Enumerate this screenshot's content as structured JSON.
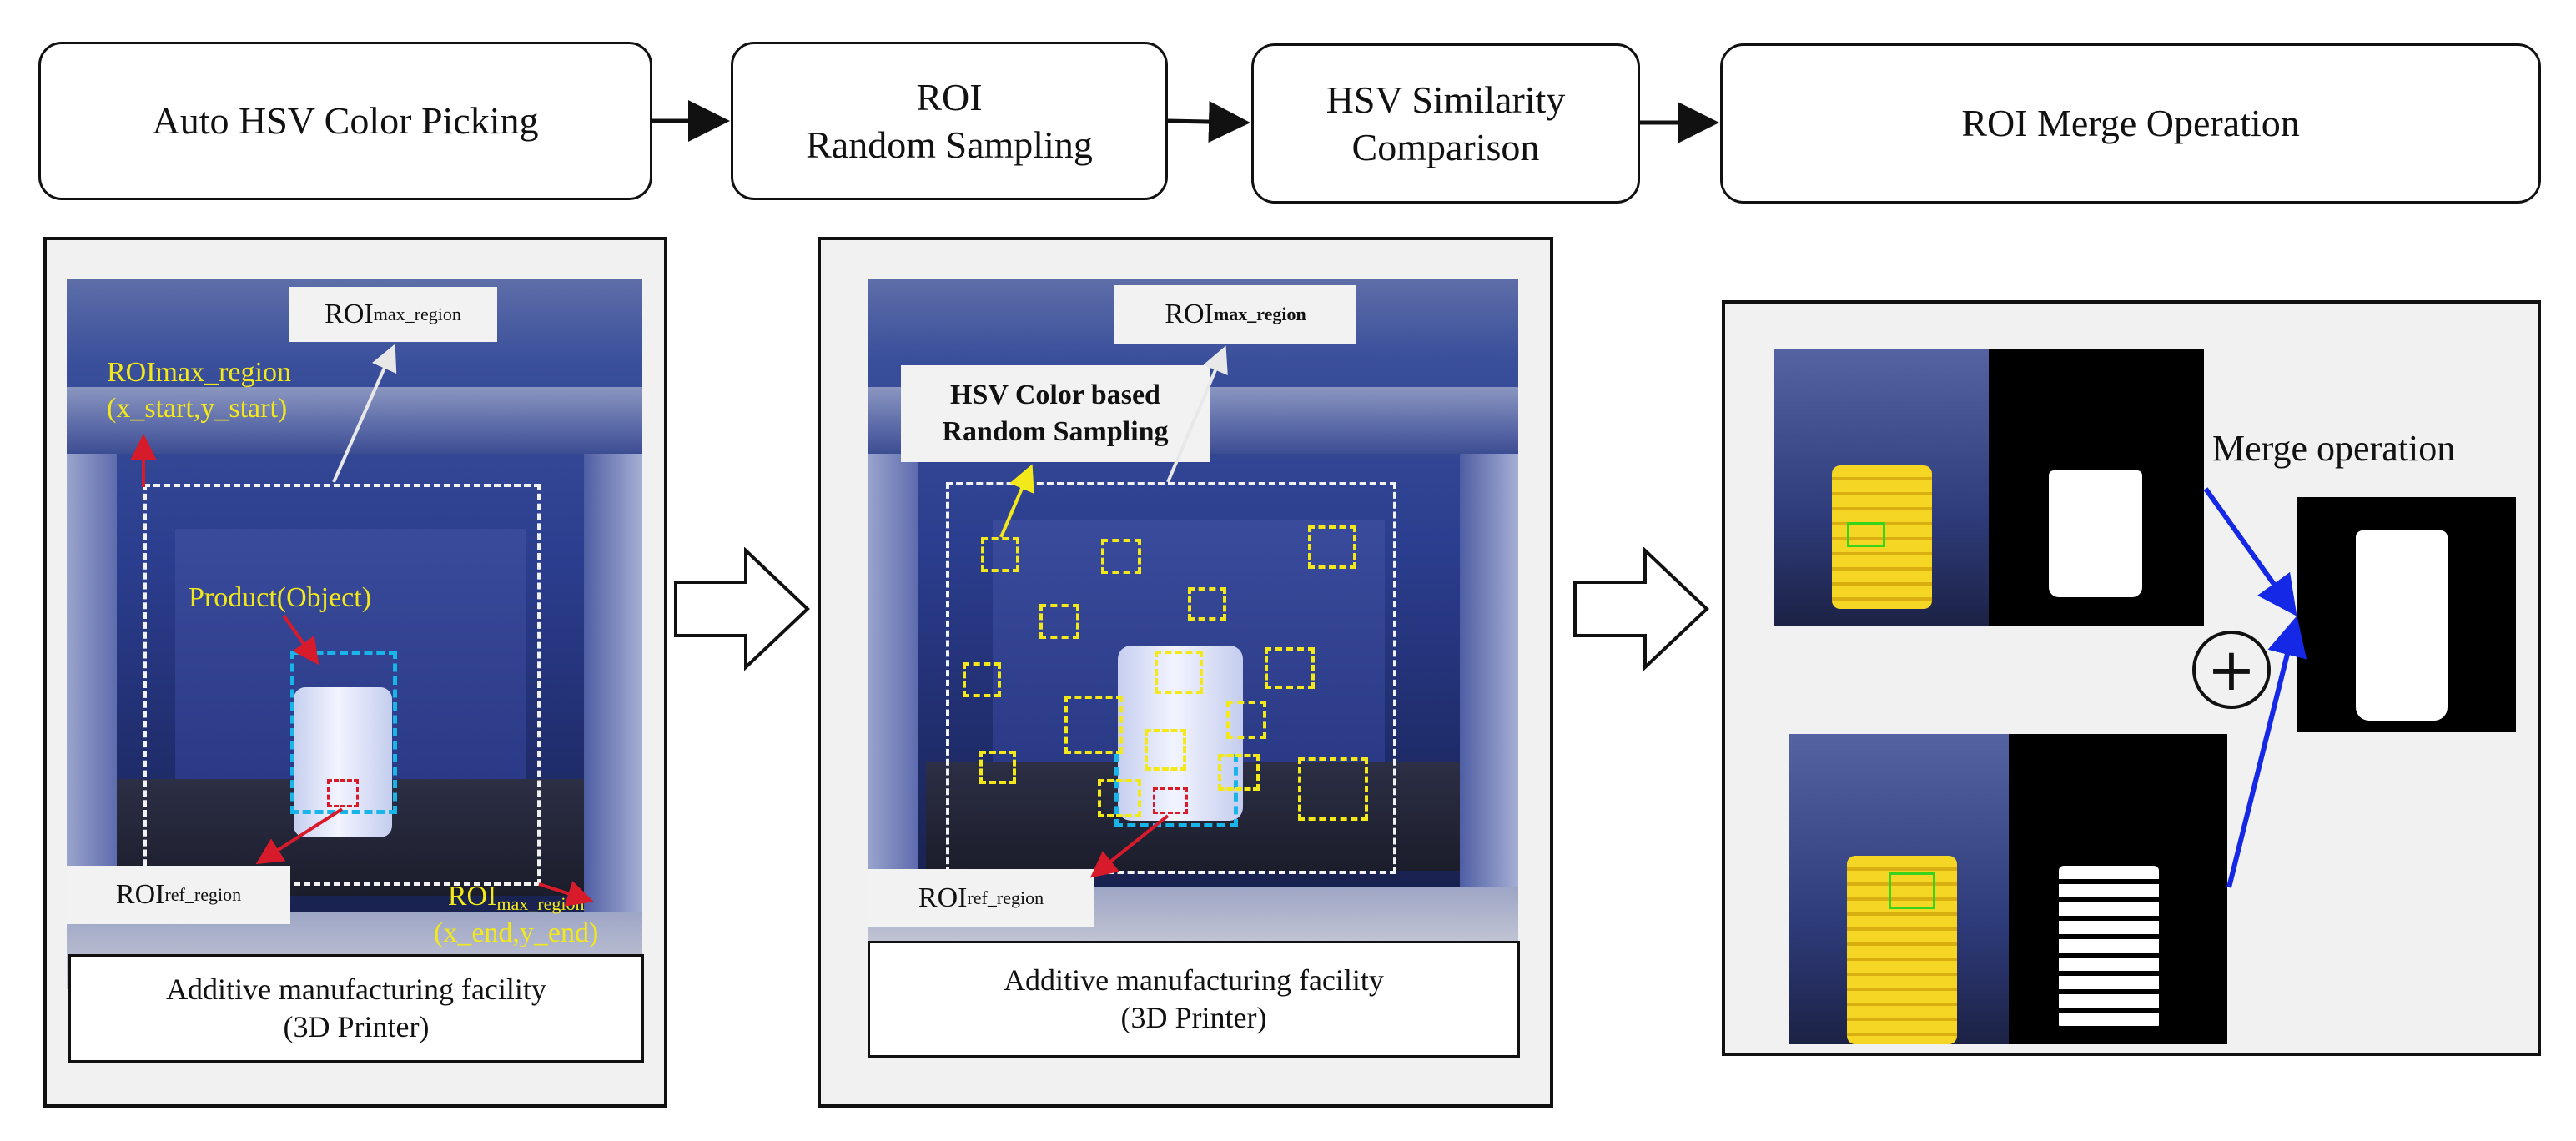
{
  "steps": {
    "step1": "Auto HSV Color Picking",
    "step2_line1": "ROI",
    "step2_line2": "Random Sampling",
    "step3_line1": "HSV Similarity",
    "step3_line2": "Comparison",
    "step4": "ROI Merge Operation"
  },
  "panel1": {
    "roi_max_main": "ROI",
    "roi_max_sub": "max_region",
    "roi_max_start_line1": "ROImax_region",
    "roi_max_start_line2": "(x_start,y_start)",
    "product_label": "Product(Object)",
    "roi_ref_main": "ROI",
    "roi_ref_sub": "ref_region",
    "roi_max_end_main": "ROI",
    "roi_max_end_sub": "max_region",
    "roi_max_end_line2": "(x_end,y_end)",
    "caption_line1": "Additive manufacturing facility",
    "caption_line2": "(3D Printer)"
  },
  "panel2": {
    "roi_max_main": "ROI",
    "roi_max_sub": "max_region",
    "hsv_line1": "HSV Color based",
    "hsv_line2": "Random Sampling",
    "roi_ref_main": "ROI",
    "roi_ref_sub": "ref_region",
    "caption_line1": "Additive manufacturing facility",
    "caption_line2": "(3D Printer)"
  },
  "panel3": {
    "merge_label": "Merge operation",
    "plus_symbol": "+"
  },
  "colors": {
    "annotation_yellow": "#f3e91a",
    "annotation_red": "#d81b2a",
    "product_box_cyan": "#19b5e8",
    "merge_arrow_blue": "#1428e6",
    "sample_green": "#38d41c",
    "object_yellow": "#f2cf1c"
  }
}
